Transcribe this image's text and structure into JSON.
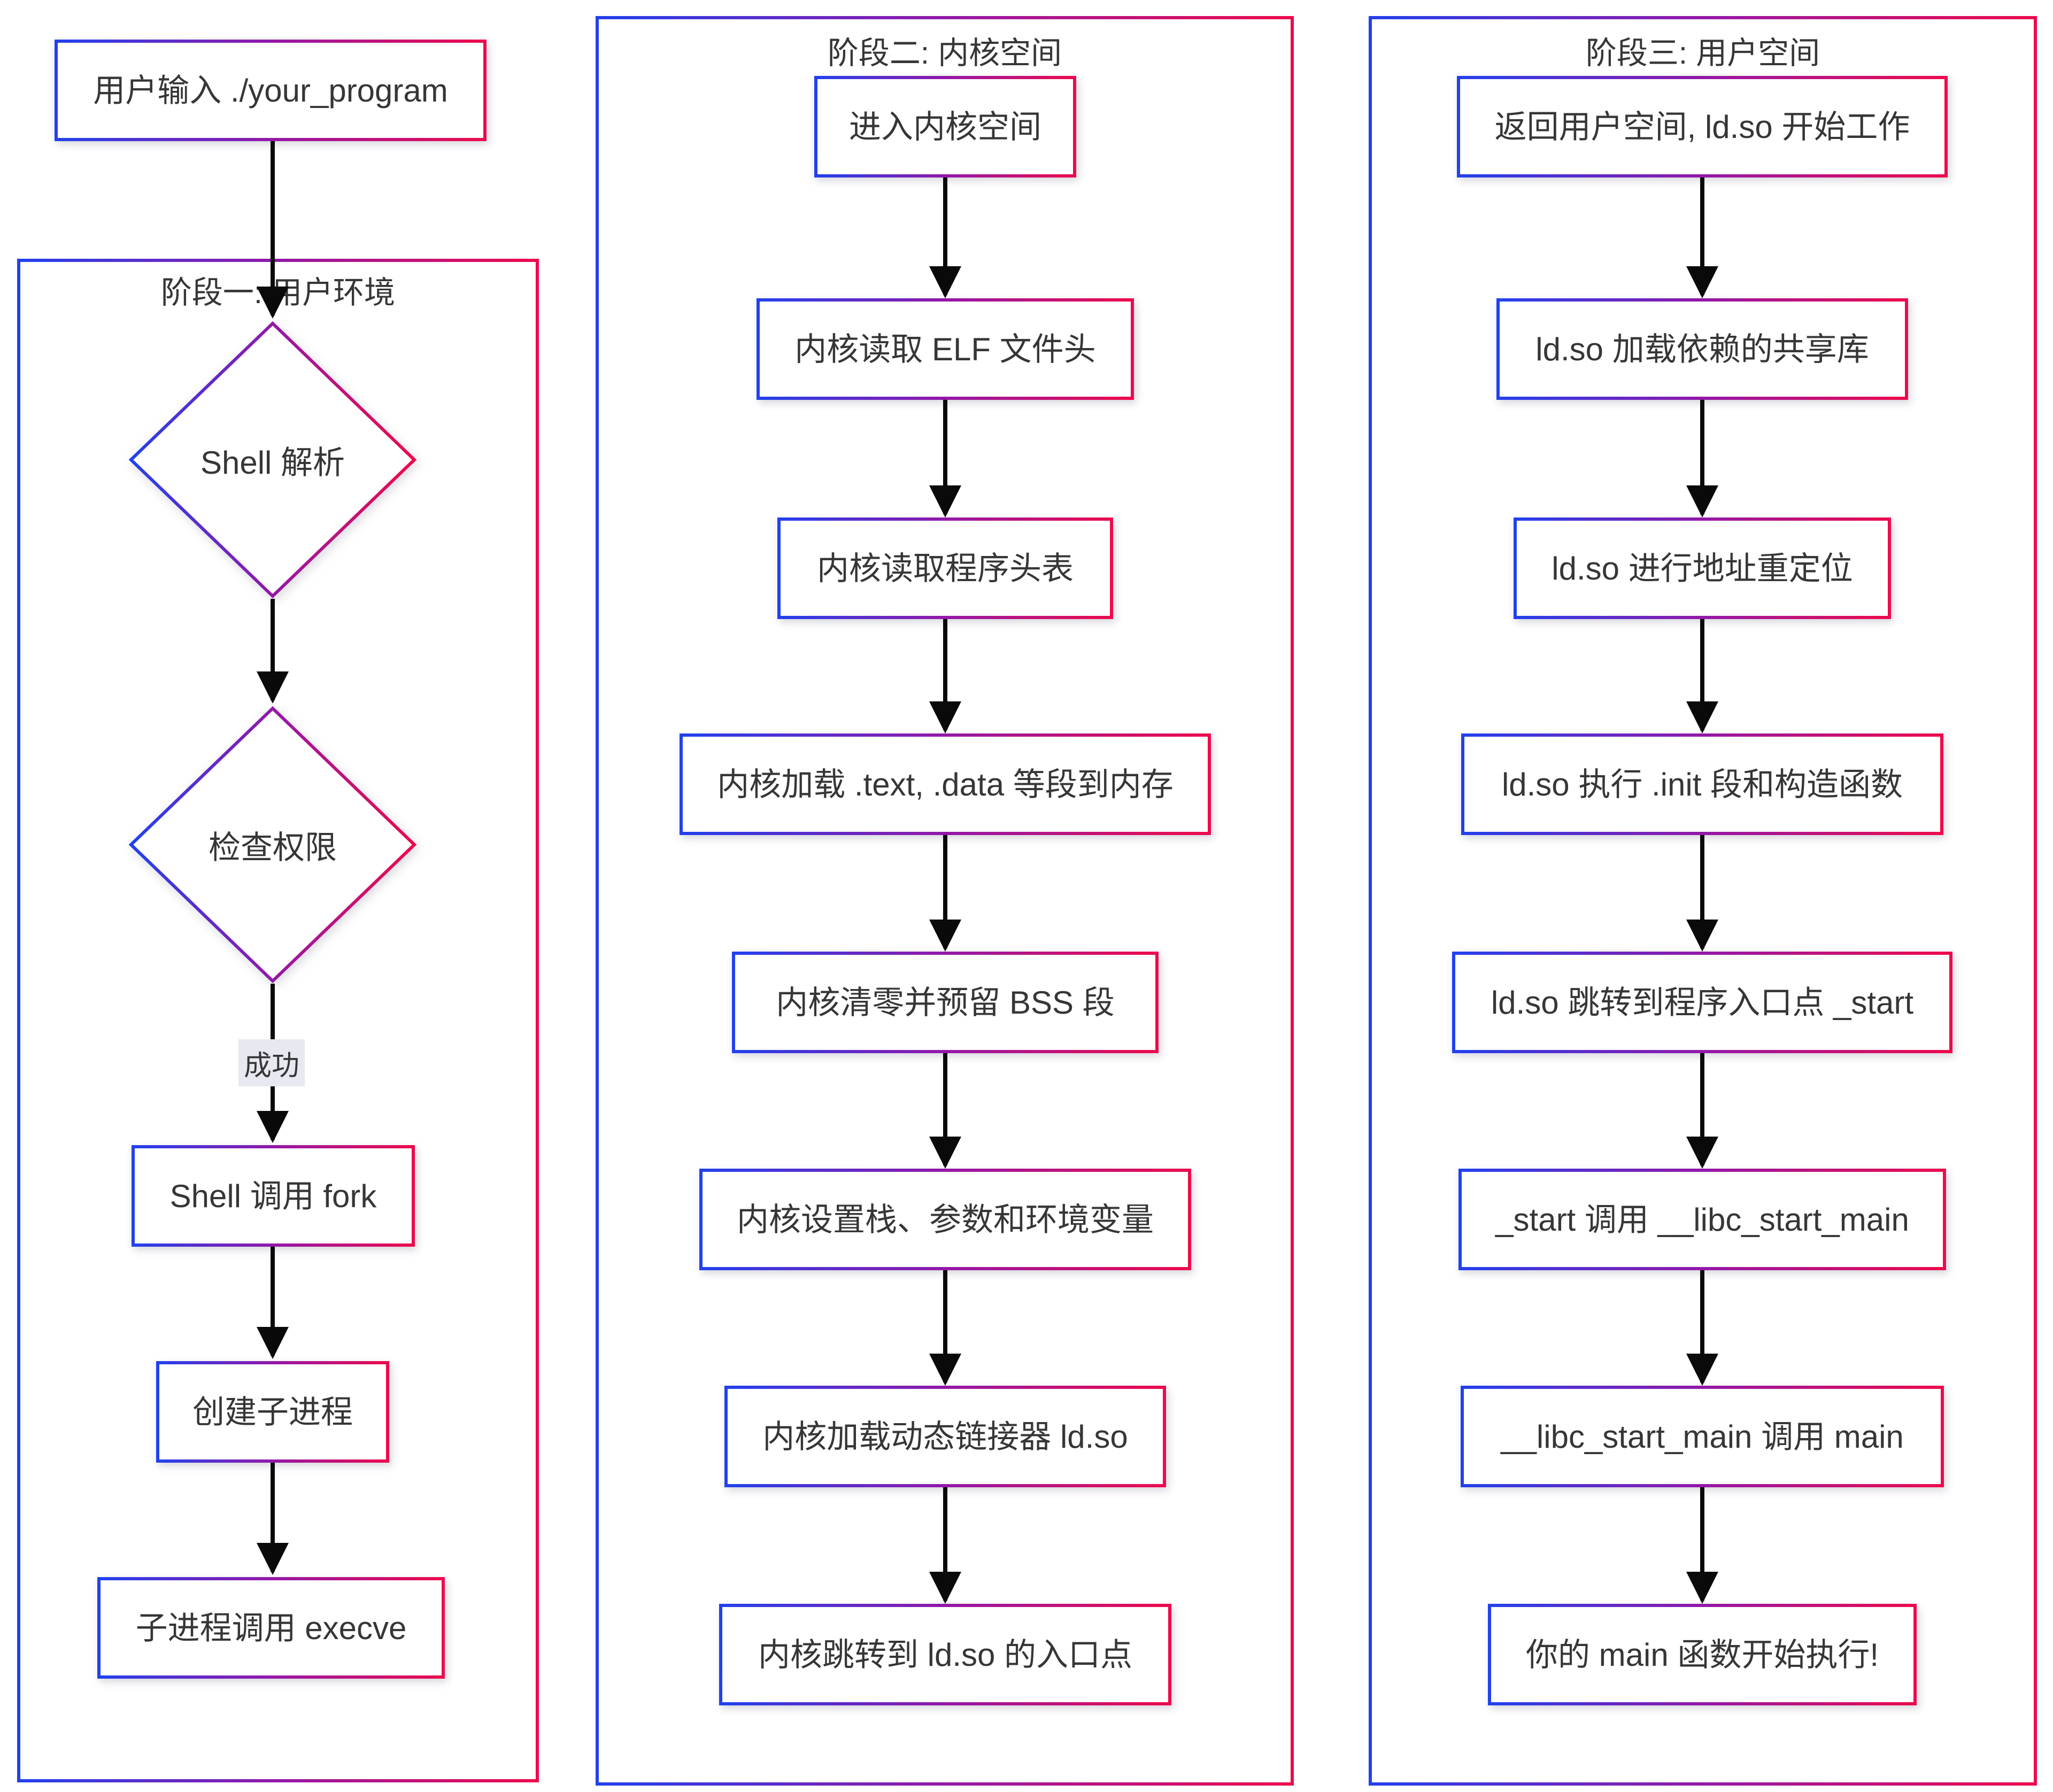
{
  "diagram": {
    "colors": {
      "gradient_start": "#2141ee",
      "gradient_mid": "#9318a8",
      "gradient_end": "#ee0a4b",
      "arrow": "#0a0a0a",
      "text": "#363636",
      "edge_label_bg": "#e8e8f0"
    },
    "start_node": {
      "label": "用户输入 ./your_program"
    },
    "stages": [
      {
        "title": "阶段一: 用户环境",
        "edge_label": "成功",
        "nodes": [
          {
            "type": "diamond",
            "label": "Shell 解析"
          },
          {
            "type": "diamond",
            "label": "检查权限"
          },
          {
            "type": "box",
            "label": "Shell 调用 fork"
          },
          {
            "type": "box",
            "label": "创建子进程"
          },
          {
            "type": "box",
            "label": "子进程调用 execve"
          }
        ]
      },
      {
        "title": "阶段二: 内核空间",
        "nodes": [
          {
            "type": "box",
            "label": "进入内核空间"
          },
          {
            "type": "box",
            "label": "内核读取 ELF 文件头"
          },
          {
            "type": "box",
            "label": "内核读取程序头表"
          },
          {
            "type": "box",
            "label": "内核加载 .text, .data 等段到内存"
          },
          {
            "type": "box",
            "label": "内核清零并预留 BSS 段"
          },
          {
            "type": "box",
            "label": "内核设置栈、参数和环境变量"
          },
          {
            "type": "box",
            "label": "内核加载动态链接器 ld.so"
          },
          {
            "type": "box",
            "label": "内核跳转到 ld.so 的入口点"
          }
        ]
      },
      {
        "title": "阶段三: 用户空间",
        "nodes": [
          {
            "type": "box",
            "label": "返回用户空间, ld.so 开始工作"
          },
          {
            "type": "box",
            "label": "ld.so 加载依赖的共享库"
          },
          {
            "type": "box",
            "label": "ld.so 进行地址重定位"
          },
          {
            "type": "box",
            "label": "ld.so 执行 .init 段和构造函数"
          },
          {
            "type": "box",
            "label": "ld.so 跳转到程序入口点 _start"
          },
          {
            "type": "box",
            "label": "_start 调用 __libc_start_main"
          },
          {
            "type": "box",
            "label": "__libc_start_main 调用 main"
          },
          {
            "type": "box",
            "label": "你的 main 函数开始执行!"
          }
        ]
      }
    ]
  }
}
